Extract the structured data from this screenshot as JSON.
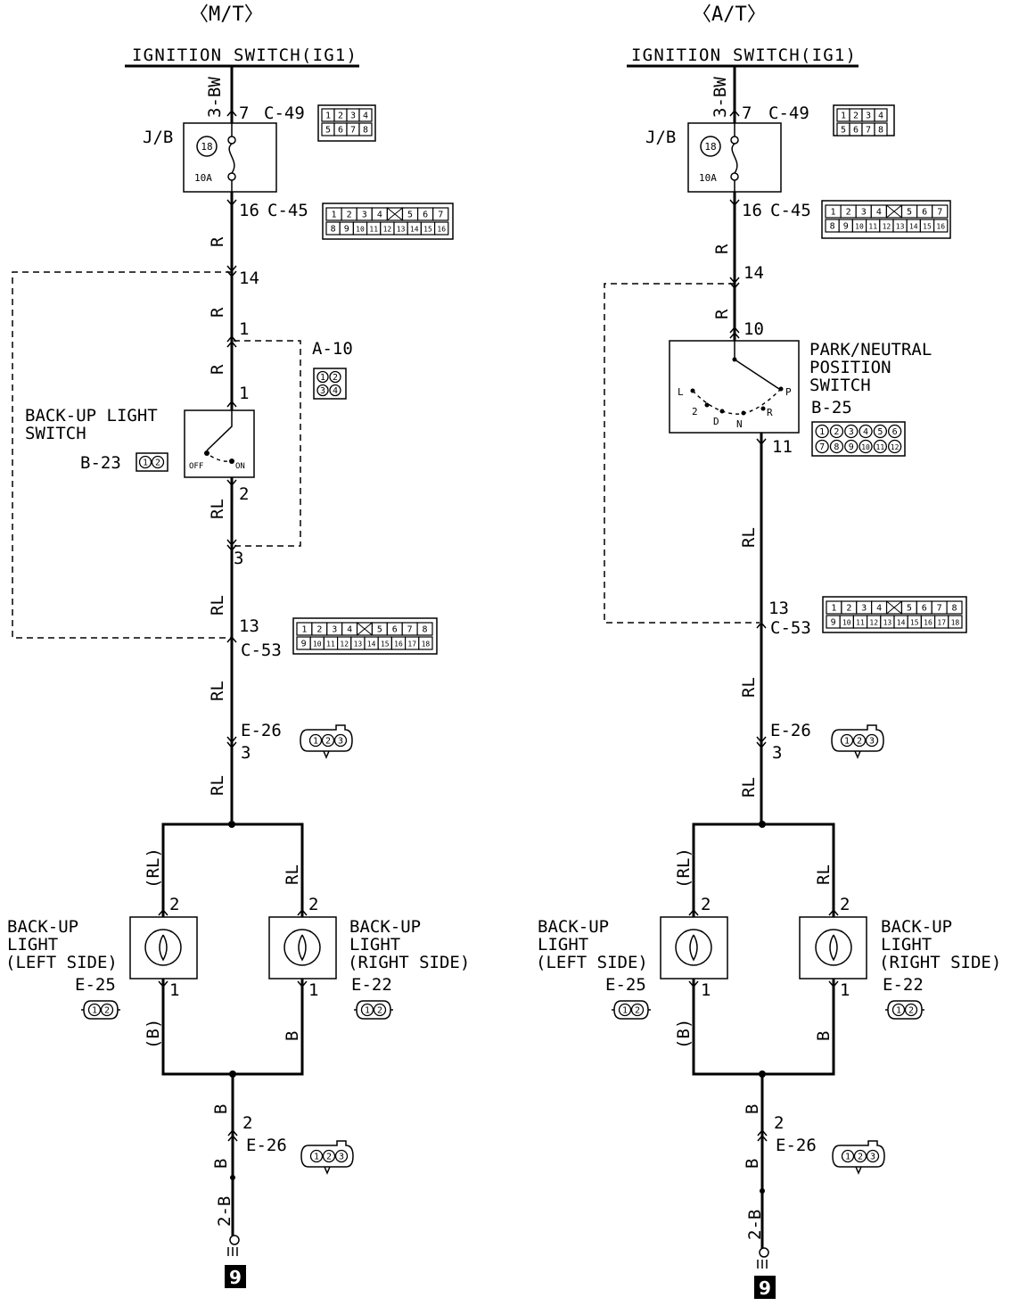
{
  "mt": {
    "title": "〈M/T〉",
    "ign": "IGNITION SWITCH(IG1)",
    "w_3bw": "3-BW",
    "c49_pin": "7",
    "c49": "C-49",
    "c49_grid": [
      "1",
      "2",
      "3",
      "4",
      "5",
      "6",
      "7",
      "8"
    ],
    "jb": "J/B",
    "fuse_num": "18",
    "fuse_amp": "10A",
    "c45_pin": "16",
    "c45": "C-45",
    "c45_row1": [
      "1",
      "2",
      "3",
      "4",
      "",
      "5",
      "6",
      "7"
    ],
    "c45_row2": [
      "8",
      "9",
      "10",
      "11",
      "12",
      "13",
      "14",
      "15",
      "16"
    ],
    "w_r1": "R",
    "pin14": "14",
    "w_r2": "R",
    "pin1a": "1",
    "a10": "A-10",
    "a10_grid": [
      "1",
      "2",
      "3",
      "4"
    ],
    "w_r3": "R",
    "pin1b": "1",
    "bu_switch_l1": "BACK-UP LIGHT",
    "bu_switch_l2": "SWITCH",
    "b23": "B-23",
    "b23_grid": [
      "1",
      "2"
    ],
    "off": "OFF",
    "on": "ON",
    "pin2": "2",
    "w_rl1": "RL",
    "pin3a": "3",
    "w_rl2": "RL",
    "pin13": "13",
    "c53": "C-53",
    "c53_row1": [
      "1",
      "2",
      "3",
      "4",
      "",
      "5",
      "6",
      "7",
      "8"
    ],
    "c53_row2": [
      "9",
      "10",
      "11",
      "12",
      "13",
      "14",
      "15",
      "16",
      "17",
      "18"
    ],
    "w_rl3": "RL",
    "e26a": "E-26",
    "pin3b": "3",
    "e26_grid": [
      "1",
      "2",
      "3"
    ],
    "w_rl4": "RL",
    "w_rl_left": "(RL)",
    "w_rl_right": "RL",
    "lamp_pin2_l": "2",
    "lamp_pin2_r": "2",
    "lamp_pin1_l": "1",
    "lamp_pin1_r": "1",
    "lamp_l1": "BACK-UP",
    "lamp_l2": "LIGHT",
    "lamp_l3": "(LEFT SIDE)",
    "lamp_r1": "BACK-UP",
    "lamp_r2": "LIGHT",
    "lamp_r3": "(RIGHT SIDE)",
    "e25": "E-25",
    "e22": "E-22",
    "lamp_grid": [
      "1",
      "2"
    ],
    "w_b_left": "(B)",
    "w_b_right": "B",
    "w_b1": "B",
    "pin2b": "2",
    "e26b": "E-26",
    "w_b2": "B",
    "w_2b": "2-B",
    "ground": "9"
  },
  "at": {
    "title": "〈A/T〉",
    "ign": "IGNITION SWITCH(IG1)",
    "w_3bw": "3-BW",
    "c49_pin": "7",
    "c49": "C-49",
    "c49_grid": [
      "1",
      "2",
      "3",
      "4",
      "5",
      "6",
      "7",
      "8"
    ],
    "jb": "J/B",
    "fuse_num": "18",
    "fuse_amp": "10A",
    "c45_pin": "16",
    "c45": "C-45",
    "c45_row1": [
      "1",
      "2",
      "3",
      "4",
      "",
      "5",
      "6",
      "7"
    ],
    "c45_row2": [
      "8",
      "9",
      "10",
      "11",
      "12",
      "13",
      "14",
      "15",
      "16"
    ],
    "w_r1": "R",
    "pin14": "14",
    "w_r2": "R",
    "pin10": "10",
    "pn_l1": "PARK/NEUTRAL",
    "pn_l2": "POSITION",
    "pn_l3": "SWITCH",
    "b25": "B-25",
    "b25_row1": [
      "1",
      "2",
      "3",
      "4",
      "5",
      "6"
    ],
    "b25_row2": [
      "7",
      "8",
      "9",
      "10",
      "11",
      "12"
    ],
    "pos_l": "L",
    "pos_2": "2",
    "pos_d": "D",
    "pos_n": "N",
    "pos_r": "R",
    "pos_p": "P",
    "pin11": "11",
    "w_rl1": "RL",
    "pin13": "13",
    "c53": "C-53",
    "c53_row1": [
      "1",
      "2",
      "3",
      "4",
      "",
      "5",
      "6",
      "7",
      "8"
    ],
    "c53_row2": [
      "9",
      "10",
      "11",
      "12",
      "13",
      "14",
      "15",
      "16",
      "17",
      "18"
    ],
    "w_rl2": "RL",
    "e26a": "E-26",
    "pin3b": "3",
    "e26_grid": [
      "1",
      "2",
      "3"
    ],
    "w_rl4": "RL",
    "w_rl_left": "(RL)",
    "w_rl_right": "RL",
    "lamp_pin2_l": "2",
    "lamp_pin2_r": "2",
    "lamp_pin1_l": "1",
    "lamp_pin1_r": "1",
    "lamp_l1": "BACK-UP",
    "lamp_l2": "LIGHT",
    "lamp_l3": "(LEFT SIDE)",
    "lamp_r1": "BACK-UP",
    "lamp_r2": "LIGHT",
    "lamp_r3": "(RIGHT SIDE)",
    "e25": "E-25",
    "e22": "E-22",
    "lamp_grid": [
      "1",
      "2"
    ],
    "w_b_left": "(B)",
    "w_b_right": "B",
    "w_b1": "B",
    "pin2b": "2",
    "e26b": "E-26",
    "w_b2": "B",
    "w_2b": "2-B",
    "ground": "9"
  }
}
